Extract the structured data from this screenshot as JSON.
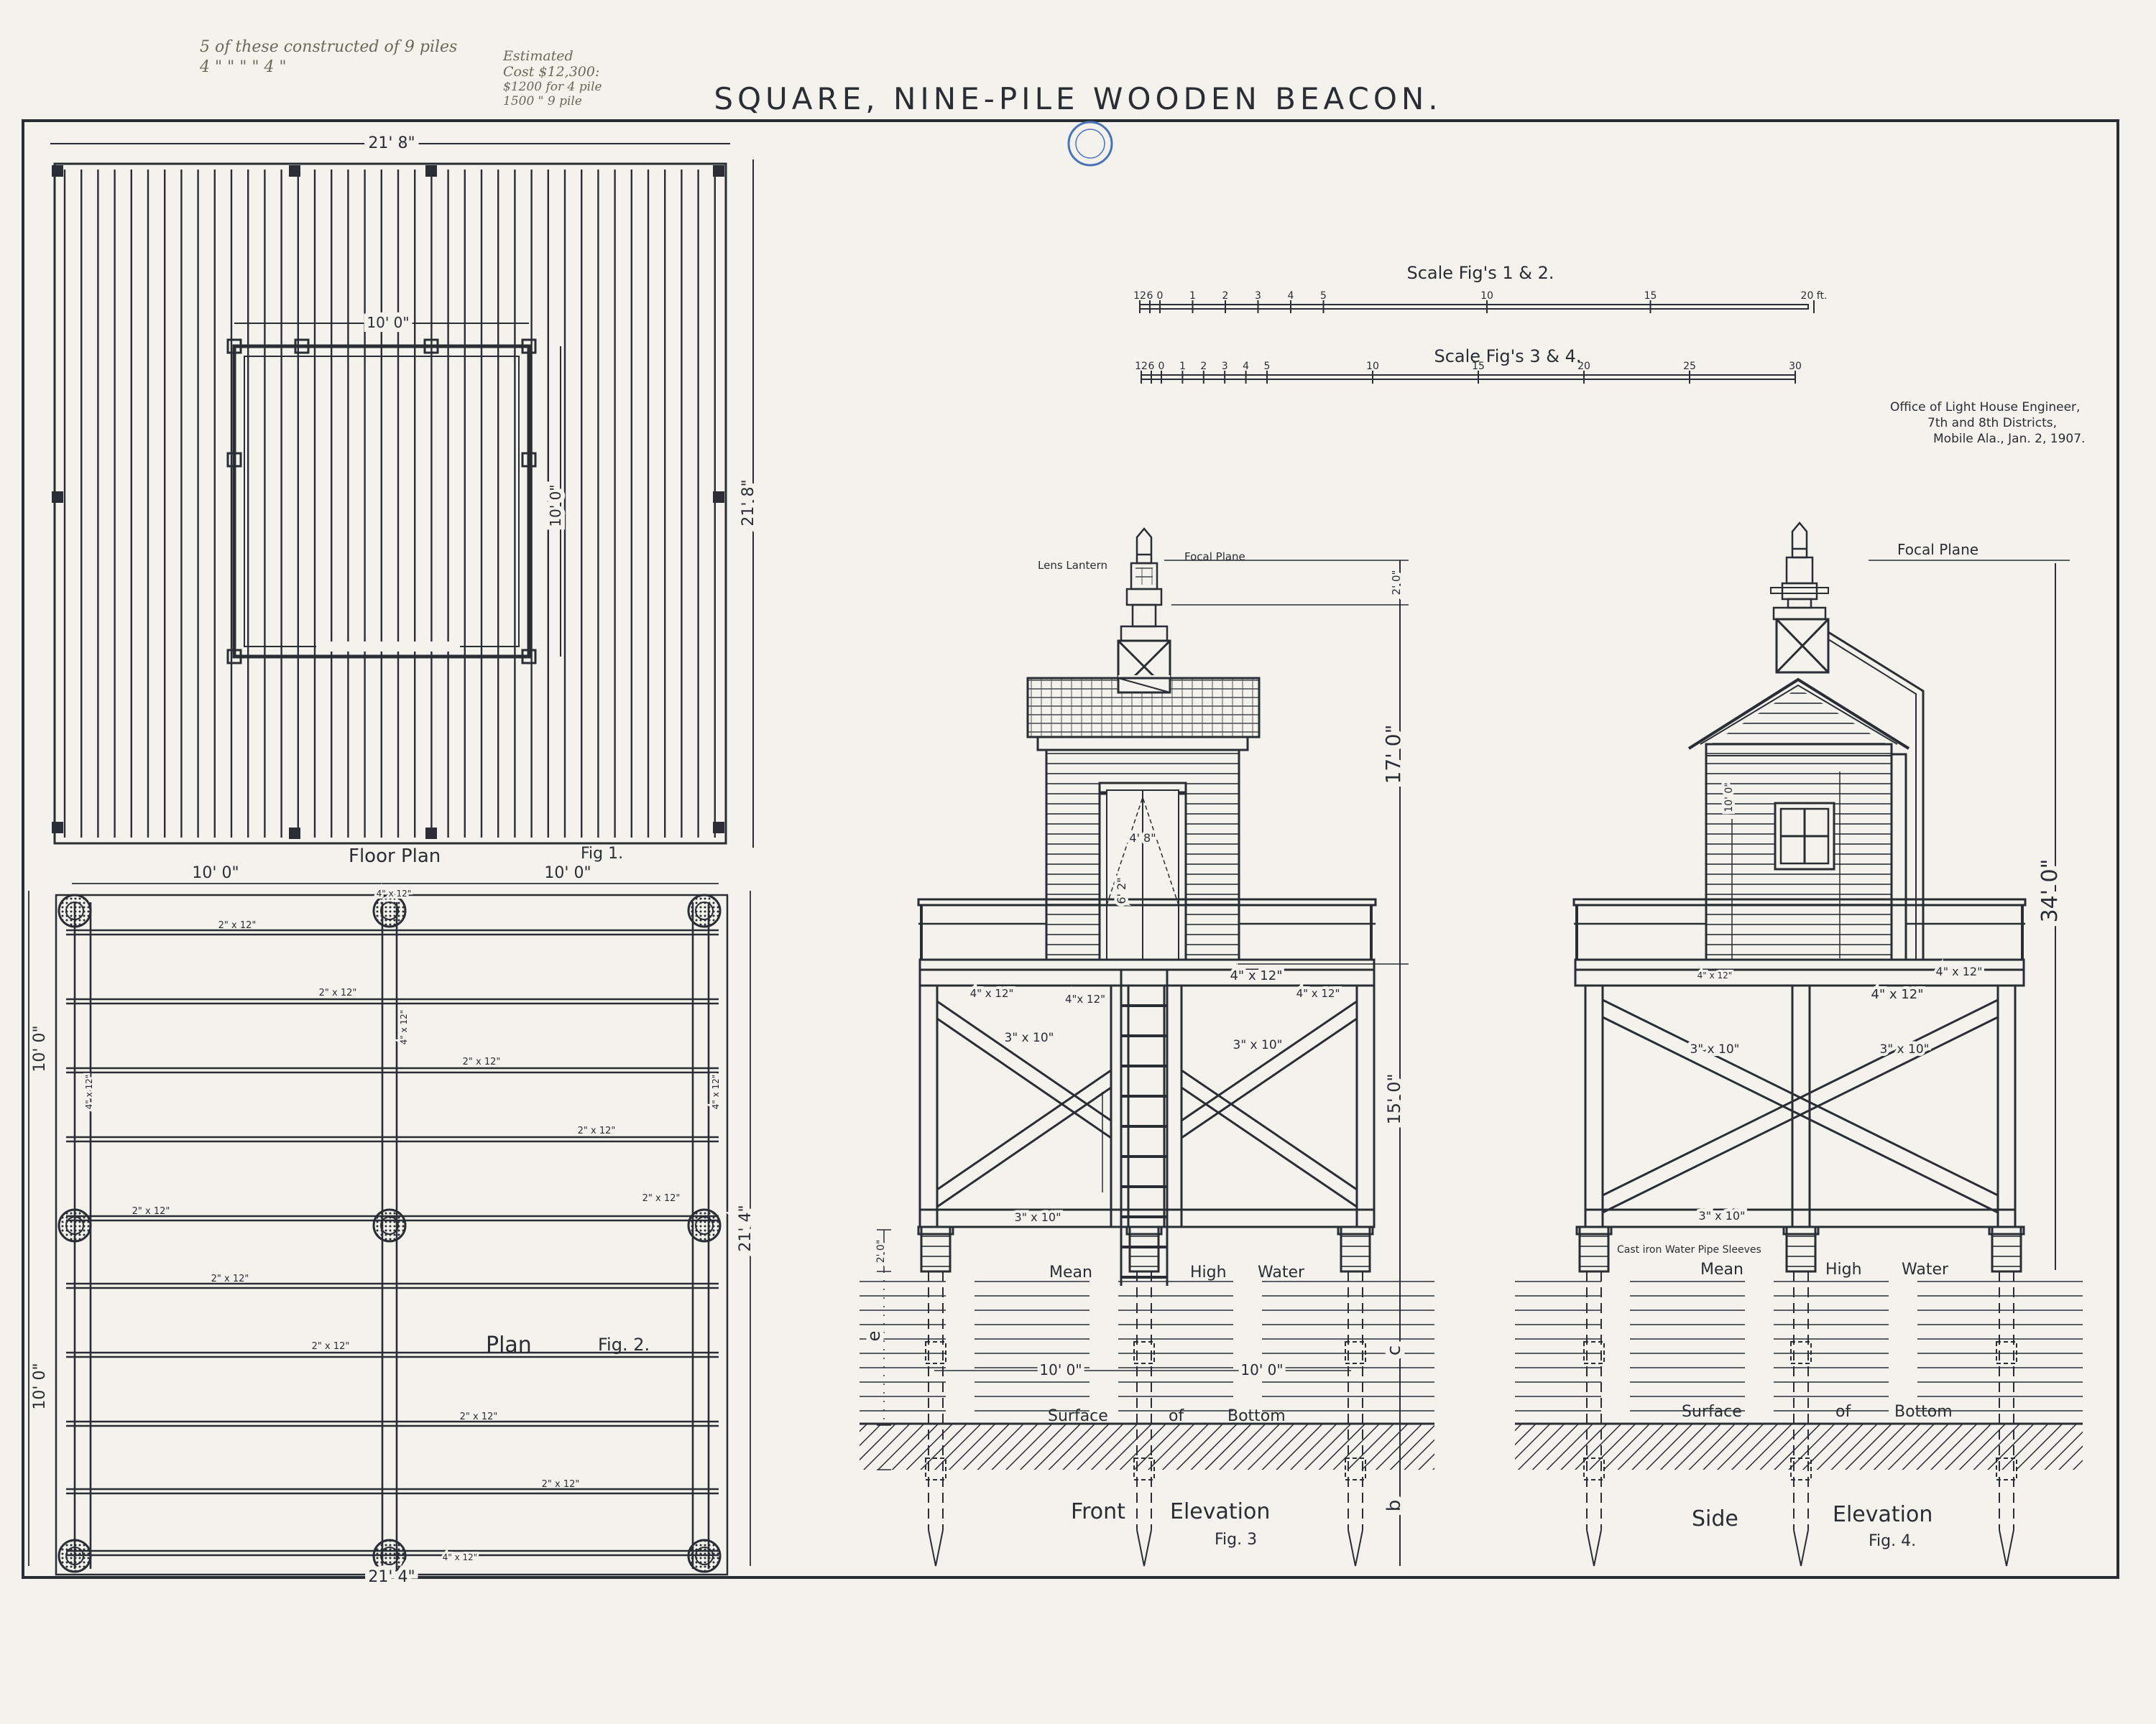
{
  "title": "SQUARE, NINE-PILE WOODEN BEACON.",
  "handwritten_note": [
    "5 of these constructed of 9 piles",
    "4 \" \" \" \" 4 \"",
    "Estimated",
    "Cost $12,300:",
    "$1200 for 4 pile",
    "1500 \" 9 pile"
  ],
  "office": [
    "Office of Light House Engineer,",
    "7th and 8th Districts,",
    "Mobile Ala., Jan. 2, 1907."
  ],
  "scales": {
    "fig12": {
      "label": "Scale Fig's 1 & 2.",
      "ticks": [
        "12",
        "6",
        "0",
        "1",
        "2",
        "3",
        "4",
        "5",
        "10",
        "15",
        "20 ft."
      ]
    },
    "fig34": {
      "label": "Scale Fig's 3 & 4.",
      "ticks": [
        "12",
        "6",
        "0",
        "1",
        "2",
        "3",
        "4",
        "5",
        "10",
        "15",
        "20",
        "25",
        "30"
      ]
    }
  },
  "fig1": {
    "label": "Floor Plan",
    "fig": "Fig 1.",
    "dim_top": "21' 8\"",
    "dim_right": "21' 8\"",
    "dim_house_w": "10' 0\"",
    "dim_house_h": "10' 0\""
  },
  "fig2": {
    "label": "Plan",
    "fig": "Fig. 2.",
    "dim_top_left": "10' 0\"",
    "dim_top_right": "10' 0\"",
    "dim_bottom": "21' 4\"",
    "dim_left_top": "10' 0\"",
    "dim_left_bottom": "10' 0\"",
    "dim_right": "21' 4\"",
    "joist": "2\" x 12\"",
    "girder": "4\" x 12\""
  },
  "fig3": {
    "label": "Front",
    "label2": "Elevation",
    "fig": "Fig. 3",
    "lens": "Lens Lantern",
    "focal": "Focal Plane",
    "door_w": "4' 8\"",
    "door_h": "6' 2\"",
    "dim_20": "2' 0\"",
    "dim_17": "17' 0\"",
    "dim_15": "15' 0\"",
    "dim_2": "2' 0\"",
    "dim_c": "c",
    "dim_b": "b",
    "dim_e": "e",
    "girder": "4\" x 12\"",
    "girder_l": "4\" x 12\"",
    "girder_r": "4\" x 12\"",
    "girder_4": "4\"x 12\"",
    "brace": "3\" x 10\"",
    "spacing_l": "10' 0\"",
    "spacing_r": "10' 0\"",
    "mean": "Mean",
    "high": "High",
    "water": "Water",
    "surface": "Surface",
    "of": "of",
    "bottom": "Bottom"
  },
  "fig4": {
    "label": "Side",
    "label2": "Elevation",
    "fig": "Fig. 4.",
    "focal": "Focal Plane",
    "dim_34": "34' 0\"",
    "window_h": "10' 0\"",
    "girder": "4\" x 12\"",
    "girder_r": "4\" x 12\"",
    "girder_l": "4\" x 12\"",
    "brace": "3\" x 10\"",
    "sleeves": "Cast iron Water Pipe Sleeves",
    "mean": "Mean",
    "high": "High",
    "water": "Water",
    "surface": "Surface",
    "of": "of",
    "bottom": "Bottom"
  },
  "colors": {
    "ink": "#2a2e34",
    "paper": "#f3f2ec",
    "stamp": "#4a72b8"
  }
}
